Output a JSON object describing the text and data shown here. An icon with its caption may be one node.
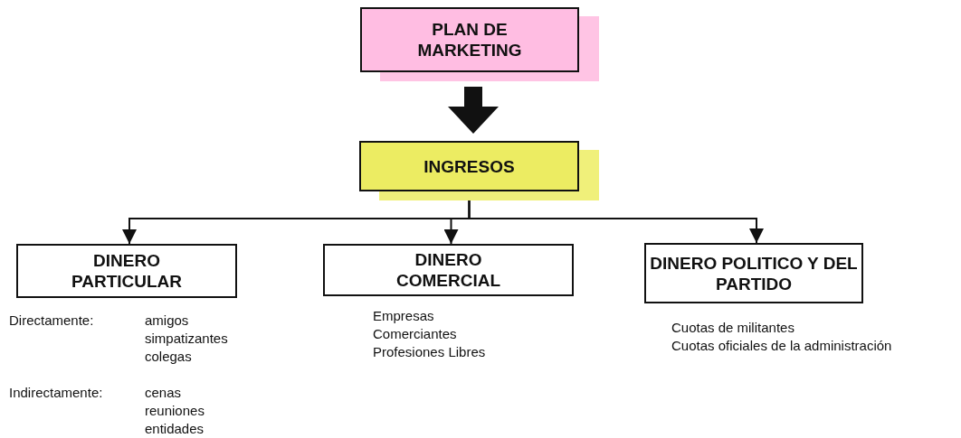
{
  "diagram": {
    "nodes": [
      {
        "text": [
          "PLAN DE MARKETING"
        ]
      },
      {
        "text": [
          "INGRESOS"
        ]
      },
      {
        "text": [
          "DINERO PARTICULAR"
        ],
        "beside": [
          "Directamente:",
          "amigos",
          "simpatizantes",
          "colegas",
          "Indirectamente:",
          "cenas",
          "reuniones",
          "entidades"
        ]
      },
      {
        "text": [
          "DINERO COMERCIAL"
        ],
        "beside": [
          "Empresas",
          "Comerciantes",
          "Profesiones Libres"
        ]
      },
      {
        "text": [
          "DINERO POLITICO Y DEL PARTIDO"
        ],
        "beside": [
          "Cuotas de militantes",
          "Cuotas oficiales de la administración"
        ]
      }
    ],
    "edges": [
      {
        "from": 0,
        "to": 1,
        "arrow": "to",
        "style": "thick"
      },
      {
        "from": 1,
        "to": 2,
        "arrow": "to"
      },
      {
        "from": 1,
        "to": 3,
        "arrow": "to"
      },
      {
        "from": 1,
        "to": 4,
        "arrow": "to"
      }
    ]
  }
}
